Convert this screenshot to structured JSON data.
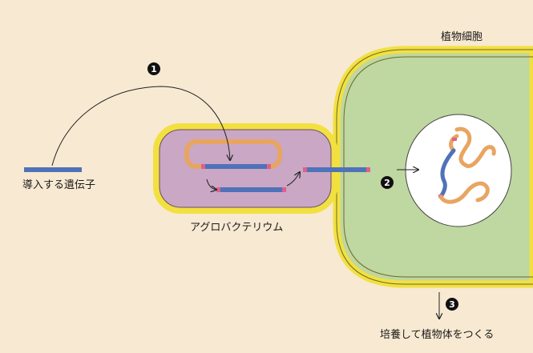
{
  "labels": {
    "plant_cell": "植物細胞",
    "gene": "導入する遺伝子",
    "agrobacterium": "アグロバクテリウム",
    "culture": "培養して植物体をつくる"
  },
  "steps": [
    "1",
    "2",
    "3"
  ],
  "colors": {
    "background": "#f8e9d2",
    "cell_wall": "#f2e040",
    "cytoplasm": "#bfd7a0",
    "nucleus": "#ffffff",
    "bacterium_body": "#c9a7c5",
    "plasmid": "#e8a562",
    "gene_dna": "#4f72b8",
    "border_marker": "#e0608a"
  }
}
